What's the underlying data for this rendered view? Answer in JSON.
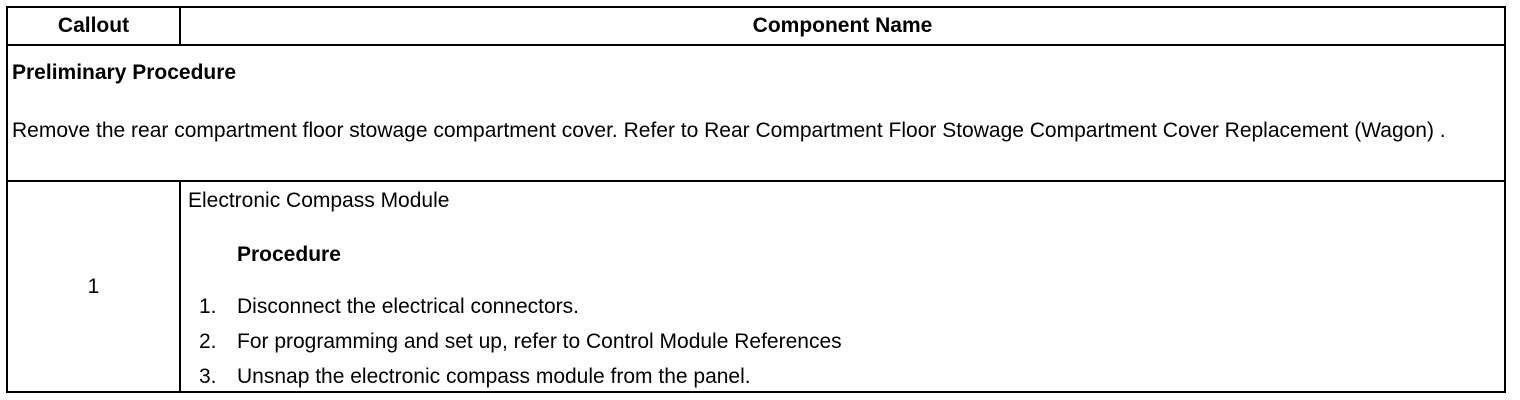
{
  "table": {
    "headers": {
      "callout": "Callout",
      "component_name": "Component Name"
    },
    "preliminary": {
      "title": "Preliminary Procedure",
      "text": "Remove the rear compartment floor stowage compartment cover. Refer to Rear Compartment Floor Stowage Compartment Cover Replacement (Wagon) ."
    },
    "rows": [
      {
        "callout": "1",
        "component": "Electronic Compass Module",
        "procedure_heading": "Procedure",
        "steps": [
          {
            "num": "1.",
            "text": "Disconnect the electrical connectors."
          },
          {
            "num": "2.",
            "text": "For programming and set up, refer to Control Module References"
          },
          {
            "num": "3.",
            "text": "Unsnap the electronic compass module from the panel."
          }
        ]
      }
    ]
  }
}
